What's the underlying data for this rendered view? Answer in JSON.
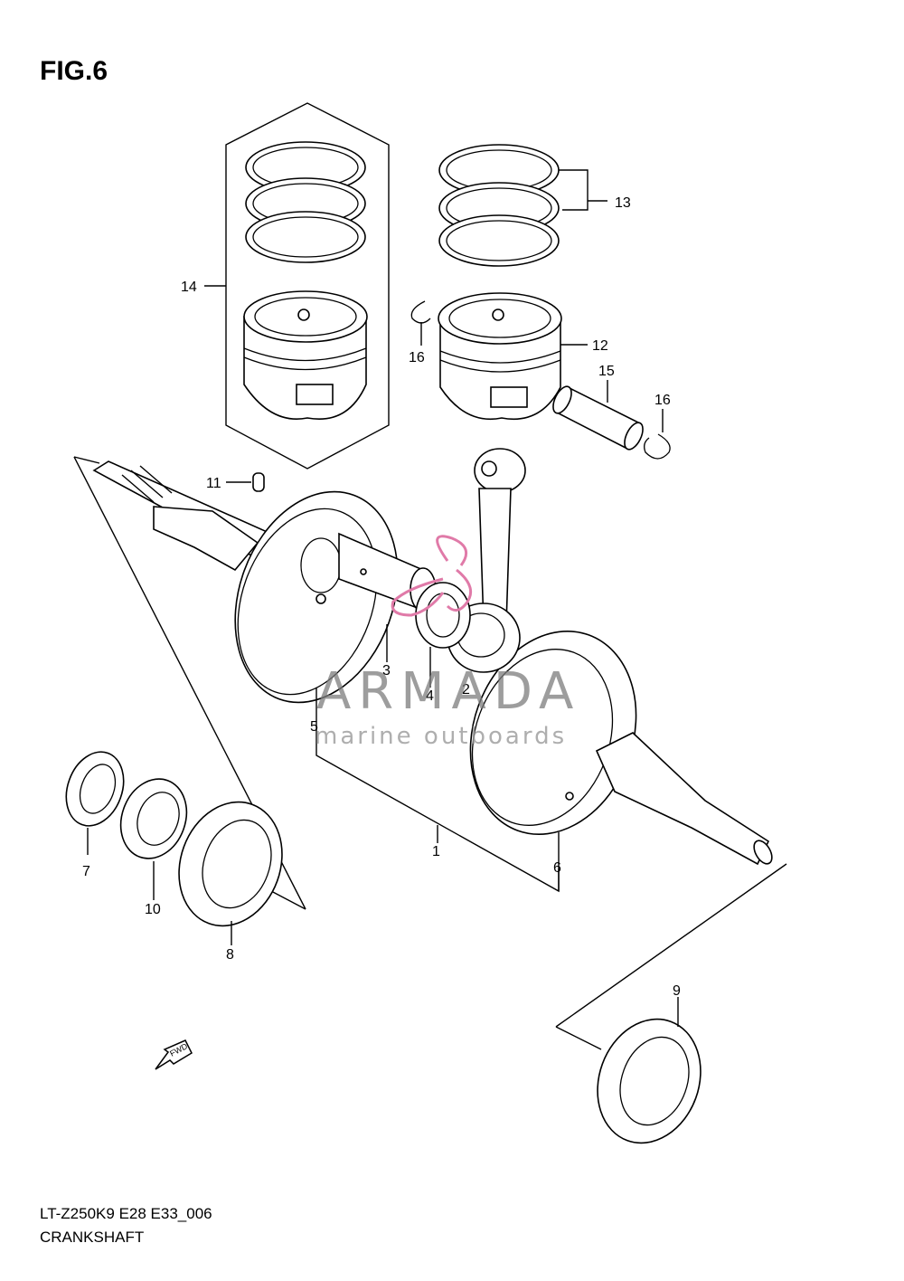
{
  "figure": {
    "title": "FIG.6",
    "model_code": "LT-Z250K9 E28 E33_006",
    "section_name": "CRANKSHAFT",
    "fwd_label": "FWD"
  },
  "callouts": [
    {
      "id": "1",
      "label": "1"
    },
    {
      "id": "2",
      "label": "2"
    },
    {
      "id": "3",
      "label": "3"
    },
    {
      "id": "4",
      "label": "4"
    },
    {
      "id": "5",
      "label": "5"
    },
    {
      "id": "6",
      "label": "6"
    },
    {
      "id": "7",
      "label": "7"
    },
    {
      "id": "8",
      "label": "8"
    },
    {
      "id": "9",
      "label": "9"
    },
    {
      "id": "10",
      "label": "10"
    },
    {
      "id": "11",
      "label": "11"
    },
    {
      "id": "12",
      "label": "12"
    },
    {
      "id": "13",
      "label": "13"
    },
    {
      "id": "14",
      "label": "14"
    },
    {
      "id": "15",
      "label": "15"
    },
    {
      "id": "16a",
      "label": "16"
    },
    {
      "id": "16b",
      "label": "16"
    }
  ],
  "watermark": {
    "brand": "ARMADA",
    "tagline": "marine outboards",
    "color": "#e07aa8"
  }
}
